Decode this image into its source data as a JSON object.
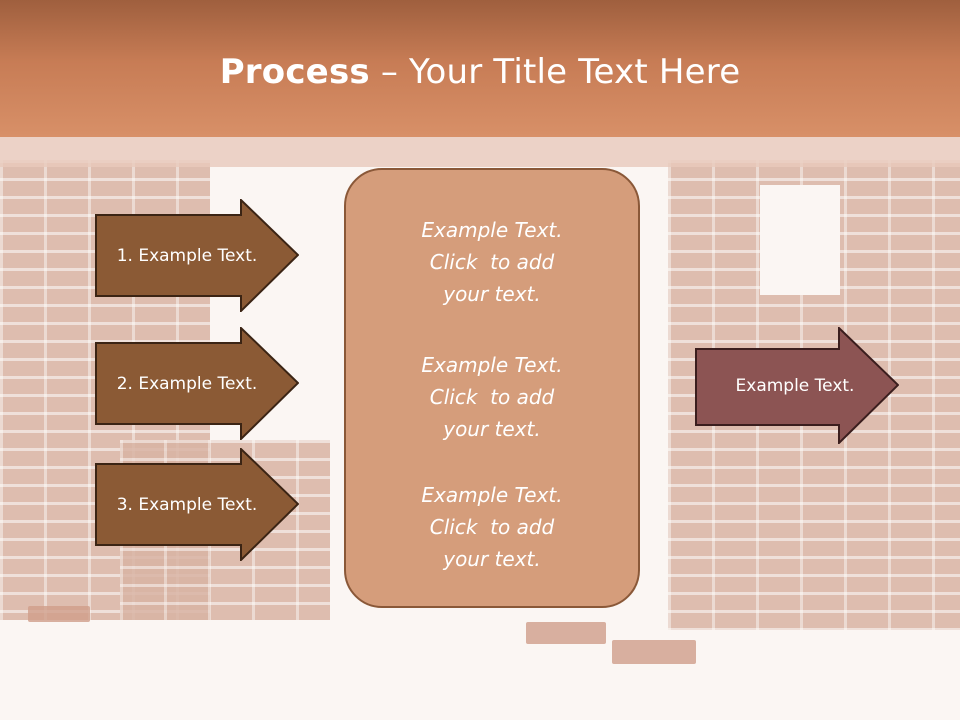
{
  "title": {
    "bold": "Process",
    "rest": " – Your Title Text Here"
  },
  "left_arrows": [
    {
      "label": "1. Example Text."
    },
    {
      "label": "2. Example Text."
    },
    {
      "label": "3. Example Text."
    }
  ],
  "center_blocks": [
    {
      "lines": [
        "Example Text.",
        "Click  to add",
        "your text."
      ]
    },
    {
      "lines": [
        "Example Text.",
        "Click  to add",
        "your text."
      ]
    },
    {
      "lines": [
        "Example Text.",
        "Click  to add",
        "your text."
      ]
    }
  ],
  "right_arrow": {
    "label": "Example Text."
  },
  "colors": {
    "header": "#c77c55",
    "left_arrow_fill": "#8b5a35",
    "right_arrow_fill": "#8c5453",
    "center_box_fill": "#d59d7b",
    "text": "#ffffff"
  }
}
